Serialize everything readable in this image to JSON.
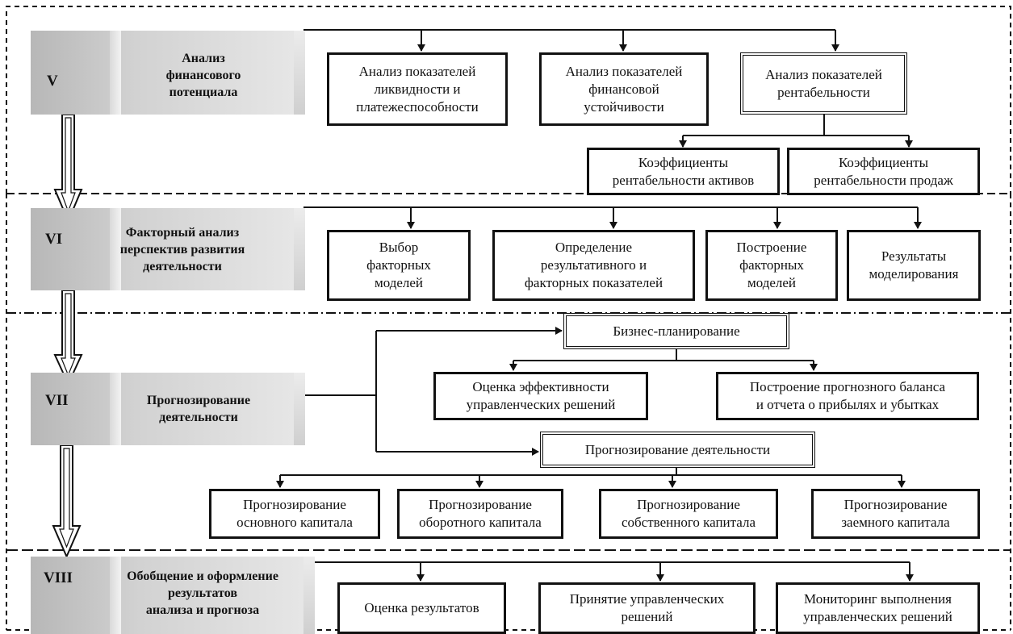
{
  "stages": [
    {
      "id": "V",
      "numeral": "V",
      "title": "Анализ\nфинансового\nпотенциала"
    },
    {
      "id": "VI",
      "numeral": "VI",
      "title": "Факторный анализ\nперспектив развития\nдеятельности"
    },
    {
      "id": "VII",
      "numeral": "VII",
      "title": "Прогнозирование\nдеятельности"
    },
    {
      "id": "VIII",
      "numeral": "VIII",
      "title": "Обобщение и оформление\nрезультатов\nанализа и прогноза"
    }
  ],
  "boxes": {
    "liquidity": "Анализ показателей\nликвидности и\nплатежеспособности",
    "stability": "Анализ показателей\nфинансовой\nустойчивости",
    "profitability": "Анализ показателей\nрентабельности",
    "roa": "Коэффициенты\nрентабельности активов",
    "ros": "Коэффициенты\nрентабельности продаж",
    "factor_models": "Выбор\nфакторных\nмоделей",
    "indicators": "Определение\nрезультативного и\nфакторных показателей",
    "build_models": "Построение\nфакторных\nмоделей",
    "modeling_results": "Результаты\nмоделирования",
    "business_planning": "Бизнес-планирование",
    "decision_eval": "Оценка эффективности\nуправленческих решений",
    "forecast_balance": "Построение прогнозного баланса\nи отчета о прибылях и убытках",
    "forecasting": "Прогнозирование деятельности",
    "fixed_capital": "Прогнозирование\nосновного капитала",
    "working_capital": "Прогнозирование\nоборотного капитала",
    "equity": "Прогнозирование\nсобственного капитала",
    "borrowed": "Прогнозирование\nзаемного капитала",
    "results_eval": "Оценка результатов",
    "decisions": "Принятие управленческих\nрешений",
    "monitoring": "Мониторинг выполнения\nуправленческих решений"
  }
}
